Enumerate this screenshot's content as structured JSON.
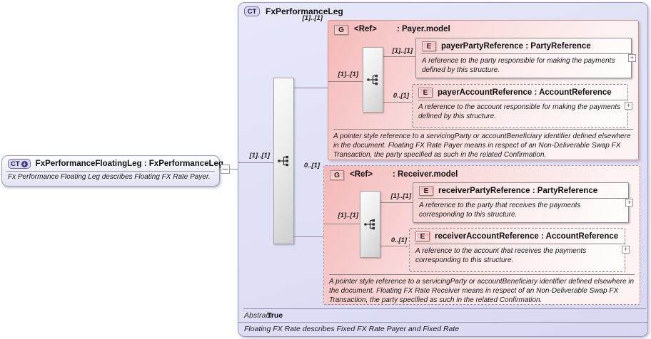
{
  "colors": {
    "panel_border": "#9a9ac2",
    "panel_fill_1": "#e8e8fa",
    "panel_fill_2": "#d7d7f1",
    "group_fill_1": "#f4b7b7",
    "group_fill_2": "#fdf2f2",
    "group_border": "#c99595",
    "ebox_fill_1": "#f3cece",
    "ebox_border": "#8f8f8f",
    "badge_e_fill": "#f5b5b5",
    "badge_e_border": "#b07878",
    "badge_ct_fill": "#d8d8f4",
    "badge_ct_border": "#7070a8",
    "bar_fill_1": "#fbfbfb",
    "bar_fill_2": "#cfcfcf",
    "bar_border": "#a5a5a5",
    "line": "#8a8a8a",
    "text": "#111111"
  },
  "left_box": {
    "badge": "CT",
    "badge_plus": "+",
    "title": "FxPerformanceFloatingLeg : FxPerformanceLeg",
    "description": "Fx Performance Floating Leg describes Floating FX Rate Payer."
  },
  "panel": {
    "badge": "CT",
    "title": "FxPerformanceLeg",
    "root_cardinality": "[1]..[1]",
    "abstract_label": "Abstract",
    "abstract_value": "True",
    "footer": "Floating FX Rate describes Fixed FX Rate Payer and Fixed Rate"
  },
  "groups": [
    {
      "badge": "G",
      "ref_label": "<Ref>",
      "type_label": ": Payer.model",
      "cardinality": "[1]..[1]",
      "inner_cardinality": "[1]..[1]",
      "footer": "A pointer style reference to a servicingParty or accountBeneficiary identifier defined elsewhere in the document. Floating FX Rate Payer means in respect of an Non-Deliverable Swap FX Transaction, the party specified as such in the related Confirmation.",
      "elements": [
        {
          "badge": "E",
          "label": "payerPartyReference : PartyReference",
          "cardinality": "[1]..[1]",
          "description": "A reference to the party responsible for making the payments defined by this structure.",
          "expand": "+"
        },
        {
          "badge": "E",
          "label": "payerAccountReference : AccountReference",
          "cardinality": "0..[1]",
          "description": "A reference to the account responsible for making the payments defined by this structure.",
          "expand": "+"
        }
      ]
    },
    {
      "badge": "G",
      "ref_label": "<Ref>",
      "type_label": ": Receiver.model",
      "cardinality": "0..[1]",
      "inner_cardinality": "[1]..[1]",
      "footer": "A pointer style reference to a servicingParty or accountBeneficiary identifier defined elsewhere in the document. Floating FX Rate Receiver means in respect of an Non-Deliverable Swap FX Transaction, the party specified as such in the related Confirmation.",
      "elements": [
        {
          "badge": "E",
          "label": "receiverPartyReference : PartyReference",
          "cardinality": "[1]..[1]",
          "description": "A reference to the party that receives the payments corresponding to this structure.",
          "expand": "+"
        },
        {
          "badge": "E",
          "label": "receiverAccountReference : AccountReference",
          "cardinality": "0..[1]",
          "description": "A reference to the account that receives the payments corresponding to this structure.",
          "expand": "+"
        }
      ]
    }
  ]
}
